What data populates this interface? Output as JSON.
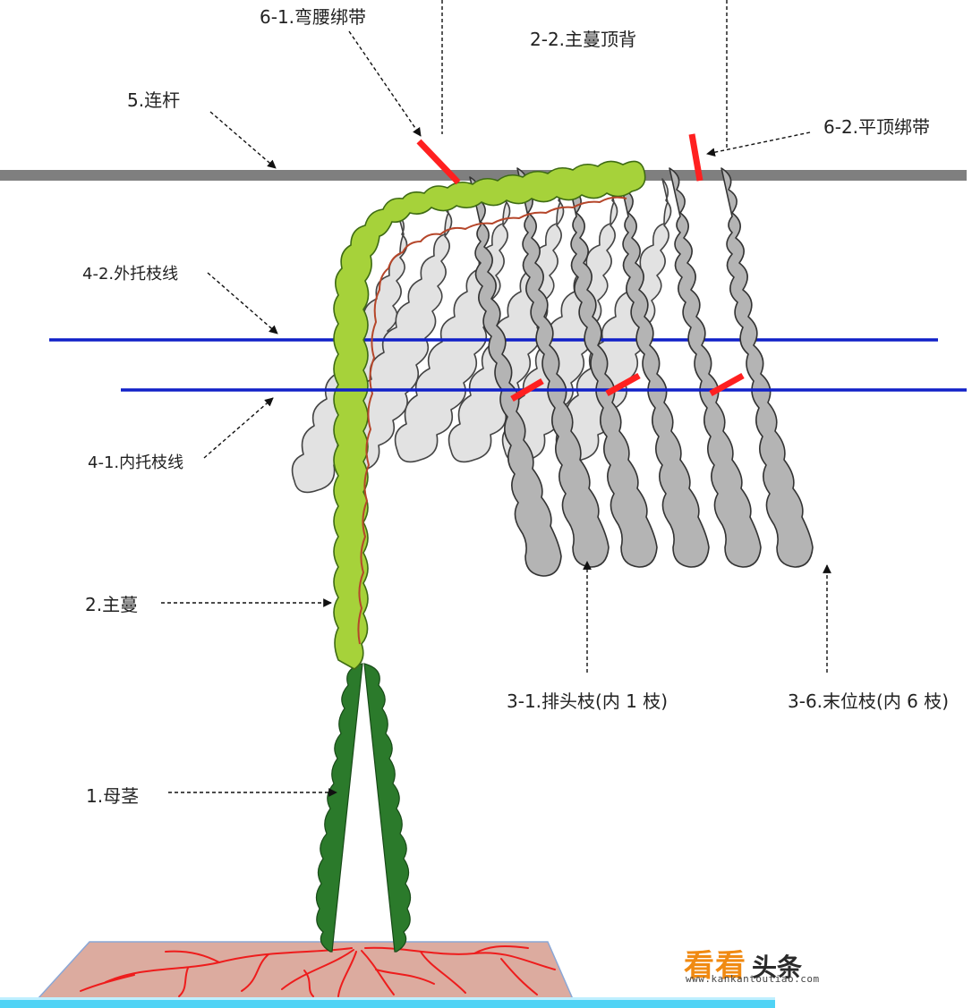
{
  "labels": {
    "bend_tie": "6-1.弯腰绑带",
    "main_vine_top": "2-2.主蔓顶背",
    "tie_rod": "5.连杆",
    "flat_top_tie": "6-2.平顶绑带",
    "outer_wire": "4-2.外托枝线",
    "inner_wire": "4-1.内托枝线",
    "main_vine": "2.主蔓",
    "first_branch": "3-1.排头枝(内 1 枝)",
    "last_branch": "3-6.末位枝(内 6 枝)",
    "mother_stem": "1.母茎"
  },
  "watermark": {
    "brand": "看看",
    "brand_suffix": "头条",
    "url": "www.kankantoutiao.com"
  },
  "colors": {
    "rod": "#7f7f7f",
    "wire": "#1020c8",
    "tie": "#ff2020",
    "main_vine": "#a6d23a",
    "mother_stem": "#2b7a2b",
    "branch_front": "#b4b4b4",
    "branch_back": "#e0e0e0",
    "soil": "#dcab9f",
    "roots": "#ee1c1c",
    "accent_bar": "#4fd3f5"
  }
}
